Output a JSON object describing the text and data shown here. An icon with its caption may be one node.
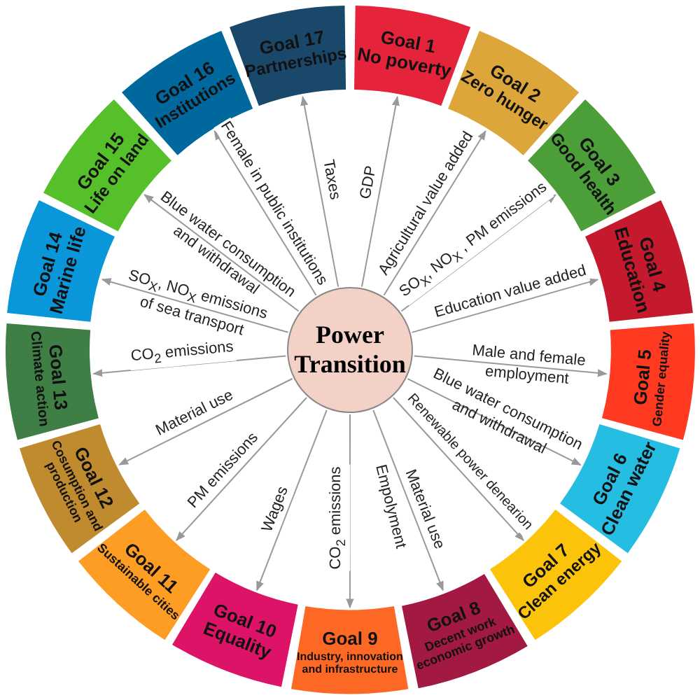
{
  "diagram": {
    "nodes": [
      {
        "text": [
          "Power Transition"
        ]
      },
      {
        "text": [
          "Goal 1",
          "No poverty"
        ]
      },
      {
        "text": [
          "Goal 2",
          "Zero hunger"
        ]
      },
      {
        "text": [
          "Goal 3",
          "Good health"
        ]
      },
      {
        "text": [
          "Goal 4",
          "Education"
        ]
      },
      {
        "text": [
          "Goal 5",
          "Gender equality"
        ]
      },
      {
        "text": [
          "Goal 6",
          "Clean water"
        ]
      },
      {
        "text": [
          "Goal 7",
          "Clean energy"
        ]
      },
      {
        "text": [
          "Goal 8",
          "Decent work economic growth"
        ]
      },
      {
        "text": [
          "Goal 9",
          "Industry, innovation and infrastructure"
        ]
      },
      {
        "text": [
          "Goal 10",
          "Equality"
        ]
      },
      {
        "text": [
          "Goal 11",
          "Sustainable cities"
        ]
      },
      {
        "text": [
          "Goal 12",
          "Cosumption and production"
        ]
      },
      {
        "text": [
          "Goal 13",
          "Climate action"
        ]
      },
      {
        "text": [
          "Goal 14",
          "Marine life"
        ]
      },
      {
        "text": [
          "Goal 15",
          "Life on land"
        ]
      },
      {
        "text": [
          "Goal 16",
          "Institutions"
        ]
      },
      {
        "text": [
          "Goal 17",
          "Partnerships"
        ]
      }
    ],
    "edges": [
      {
        "from": 0,
        "to": 1,
        "arrow": "to",
        "label": "GDP"
      },
      {
        "from": 0,
        "to": 2,
        "arrow": "to",
        "label": "Agricultural value added"
      },
      {
        "from": 0,
        "to": 3,
        "arrow": "to",
        "label": "SO$_{X}$, NO$_{X}$ , PM emissions"
      },
      {
        "from": 0,
        "to": 4,
        "arrow": "to",
        "label": "Education value added"
      },
      {
        "from": 0,
        "to": 5,
        "arrow": "to",
        "label": "Male and female employment"
      },
      {
        "from": 0,
        "to": 6,
        "arrow": "to",
        "label": "Blue water consumption and withdrawal"
      },
      {
        "from": 0,
        "to": 7,
        "arrow": "to",
        "label": "Renewable power denearion"
      },
      {
        "from": 0,
        "to": 8,
        "arrow": "to",
        "label": "Material use"
      },
      {
        "from": 0,
        "to": 9,
        "arrow": "to",
        "label": "CO$_{2}$ emissions"
      },
      {
        "from": 0,
        "to": 10,
        "arrow": "to",
        "label": "Wages"
      },
      {
        "from": 0,
        "to": 11,
        "arrow": "to",
        "label": "PM emissions"
      },
      {
        "from": 0,
        "to": 12,
        "arrow": "to",
        "label": "Material use"
      },
      {
        "from": 0,
        "to": 13,
        "arrow": "to",
        "label": "CO$_{2}$ emissions"
      },
      {
        "from": 0,
        "to": 14,
        "arrow": "to",
        "label": "SO$_{X}$, NO$_{X}$ emissions of sea transport"
      },
      {
        "from": 0,
        "to": 15,
        "arrow": "to",
        "label": "Blue water consumption and withdrawal"
      },
      {
        "from": 0,
        "to": 16,
        "arrow": "to",
        "label": "Female in public institutions"
      },
      {
        "from": 0,
        "to": 17,
        "arrow": "to",
        "label": "Taxes"
      }
    ],
    "labels": [
      "Empolyment"
    ]
  }
}
